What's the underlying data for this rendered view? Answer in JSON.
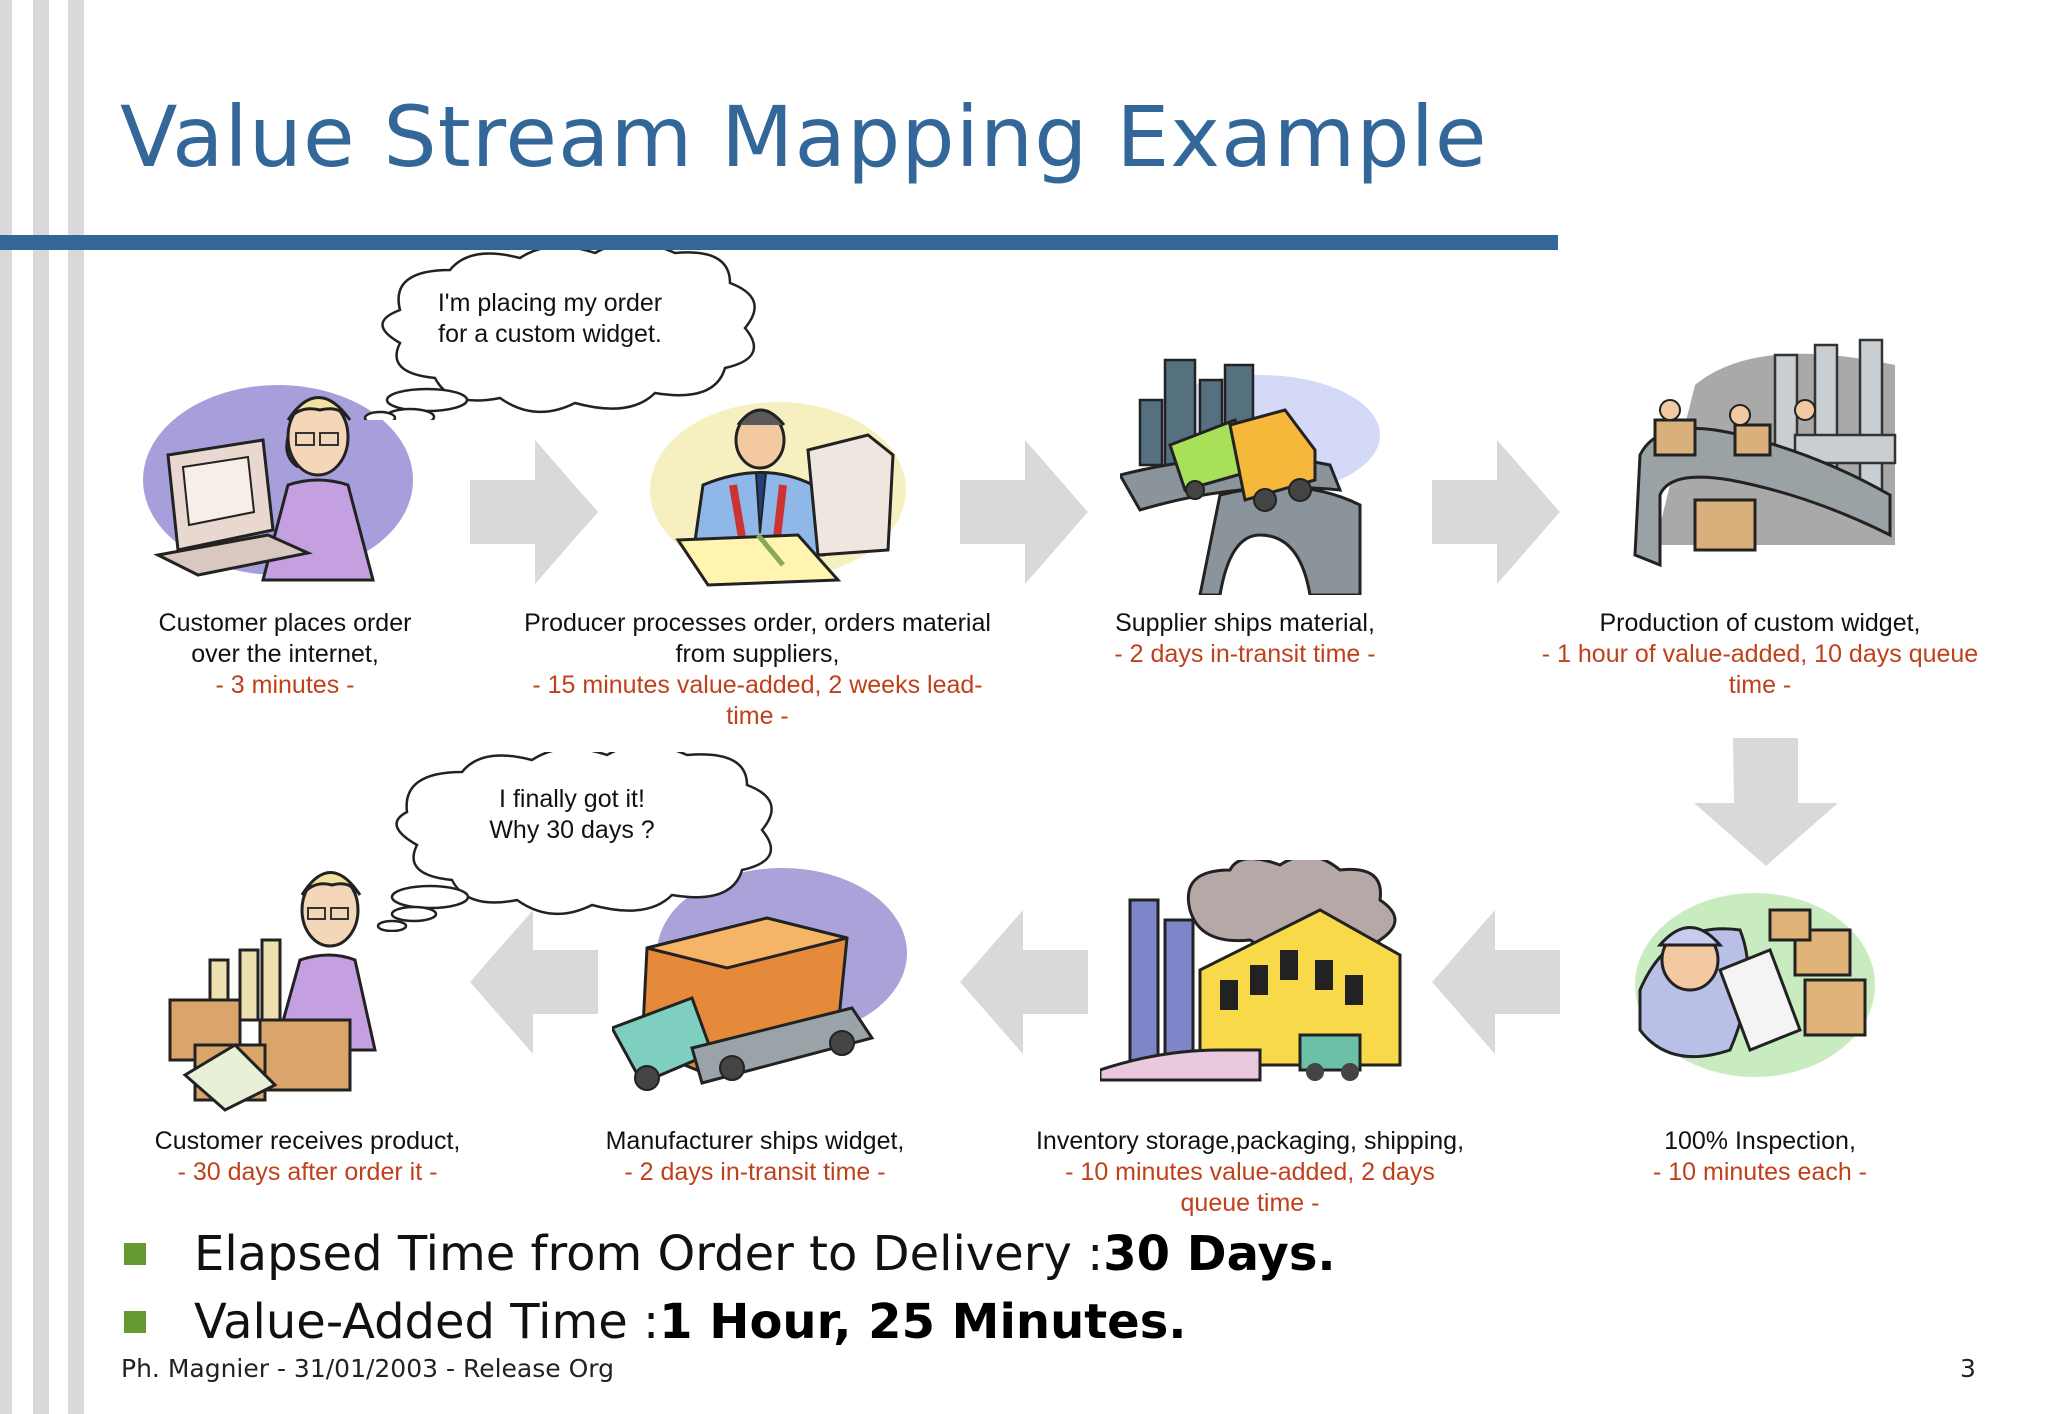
{
  "slide": {
    "title": "Value Stream Mapping Example",
    "colors": {
      "title": "#336699",
      "rule": "#336699",
      "duration_text": "#c0401a",
      "bullet": "#669933",
      "arrow": "#d9d9d9"
    }
  },
  "thoughts": {
    "customer_order": [
      "I'm placing my order",
      "for a custom widget."
    ],
    "customer_receive": [
      "I finally got it!",
      "Why 30 days ?"
    ]
  },
  "steps": [
    {
      "title": [
        "Customer places order",
        "over the internet,"
      ],
      "duration": [
        "- 3 minutes -"
      ],
      "icon": "customer-at-computer-icon"
    },
    {
      "title": [
        "Producer processes order, orders material",
        "from suppliers,"
      ],
      "duration": [
        "- 15 minutes value-added, 2 weeks lead-",
        "time -"
      ],
      "icon": "producer-at-desk-icon"
    },
    {
      "title": [
        "Supplier ships material,"
      ],
      "duration": [
        "- 2 days in-transit time -"
      ],
      "icon": "supplier-truck-icon"
    },
    {
      "title": [
        "Production of custom widget,"
      ],
      "duration": [
        "- 1 hour of value-added, 10 days queue",
        "time -"
      ],
      "icon": "production-line-icon"
    },
    {
      "title": [
        "100% Inspection,"
      ],
      "duration": [
        "- 10 minutes each -"
      ],
      "icon": "inspector-icon"
    },
    {
      "title": [
        "Inventory storage,packaging, shipping,"
      ],
      "duration": [
        "- 10 minutes value-added, 2 days",
        "queue time -"
      ],
      "icon": "factory-icon"
    },
    {
      "title": [
        "Manufacturer ships widget,"
      ],
      "duration": [
        "- 2 days in-transit time -"
      ],
      "icon": "delivery-truck-icon"
    },
    {
      "title": [
        "Customer receives product,"
      ],
      "duration": [
        "- 30 days after order it -"
      ],
      "icon": "customer-with-boxes-icon"
    }
  ],
  "bullets": [
    {
      "label": "Elapsed Time from Order to Delivery : ",
      "value": "30 Days."
    },
    {
      "label": "Value-Added Time : ",
      "value": "1 Hour, 25 Minutes."
    }
  ],
  "footer": {
    "left": "Ph. Magnier - 31/01/2003 - Release Org",
    "page": "3"
  }
}
